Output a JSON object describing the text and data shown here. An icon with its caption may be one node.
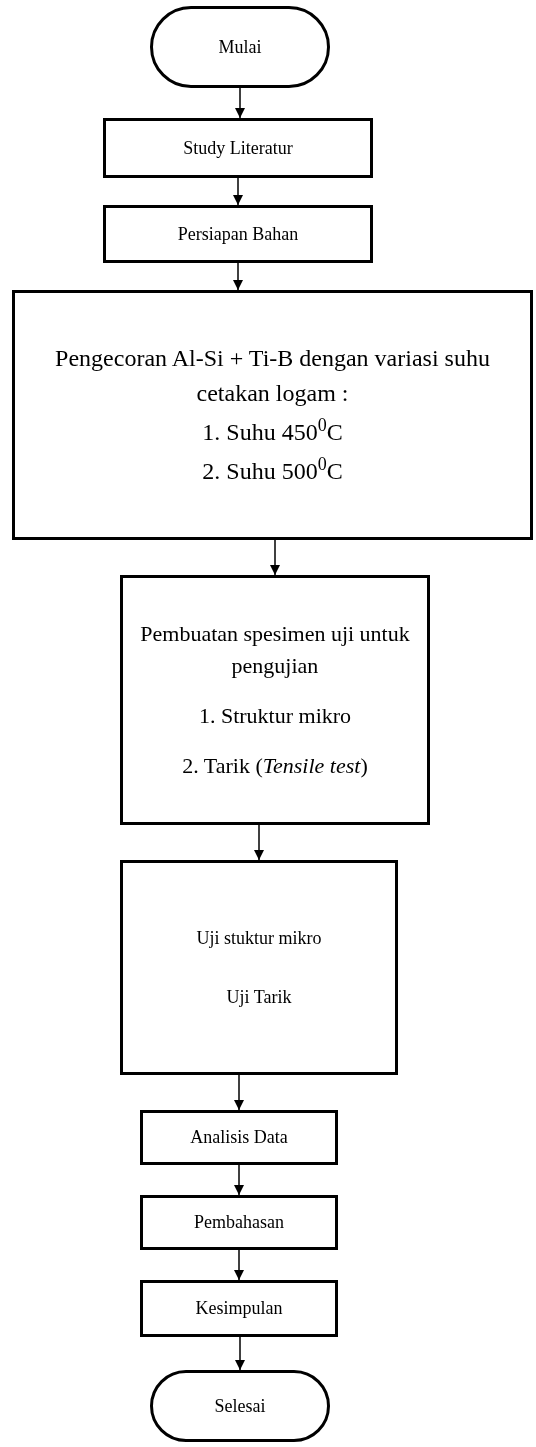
{
  "diagram": {
    "nodes": [
      {
        "text": [
          "Mulai"
        ]
      },
      {
        "text": [
          "Study Literatur"
        ]
      },
      {
        "text": [
          "Persiapan Bahan"
        ]
      },
      {
        "text": [
          "Pengecoran Al-Si + Ti-B dengan variasi suhu cetakan logam :",
          "1. Suhu 450$^{0}$C",
          "2. Suhu 500$^{0}$C"
        ]
      },
      {
        "text": [
          "Pembuatan spesimen uji untuk pengujian",
          "1. Struktur mikro",
          "2. Tarik (*Tensile test*)"
        ]
      },
      {
        "text": [
          "Uji stuktur mikro",
          "Uji Tarik"
        ]
      },
      {
        "text": [
          "Analisis Data"
        ]
      },
      {
        "text": [
          "Pembahasan"
        ]
      },
      {
        "text": [
          "Kesimpulan"
        ]
      },
      {
        "text": [
          "Selesai"
        ]
      }
    ],
    "edges": [
      {
        "from": 0,
        "to": 1,
        "arrow": "to"
      },
      {
        "from": 1,
        "to": 2,
        "arrow": "to"
      },
      {
        "from": 2,
        "to": 3,
        "arrow": "to"
      },
      {
        "from": 3,
        "to": 4,
        "arrow": "to"
      },
      {
        "from": 4,
        "to": 5,
        "arrow": "to"
      },
      {
        "from": 5,
        "to": 6,
        "arrow": "to"
      },
      {
        "from": 6,
        "to": 7,
        "arrow": "to"
      },
      {
        "from": 7,
        "to": 8,
        "arrow": "to"
      },
      {
        "from": 8,
        "to": 9,
        "arrow": "to"
      }
    ]
  }
}
